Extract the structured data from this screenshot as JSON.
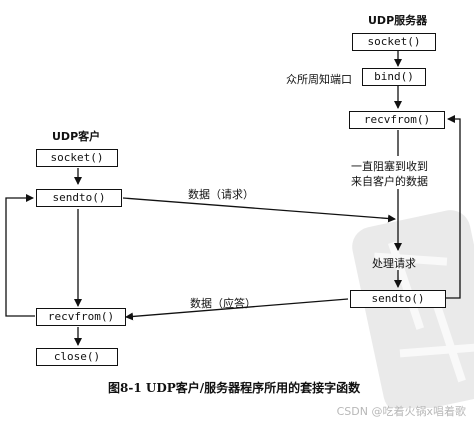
{
  "server": {
    "title": "UDP服务器",
    "socket": "socket()",
    "bind_label": "众所周知端口",
    "bind": "bind()",
    "recvfrom": "recvfrom()",
    "block_note_line1": "一直阻塞到收到",
    "block_note_line2": "来自客户的数据",
    "process_label": "处理请求",
    "sendto": "sendto()"
  },
  "client": {
    "title": "UDP客户",
    "socket": "socket()",
    "sendto": "sendto()",
    "recvfrom": "recvfrom()",
    "close": "close()"
  },
  "messages": {
    "request": "数据（请求）",
    "reply": "数据（应答）"
  },
  "caption": "图8-1   UDP客户/服务器程序所用的套接字函数",
  "watermark": "CSDN @吃着火锅x唱着歌"
}
